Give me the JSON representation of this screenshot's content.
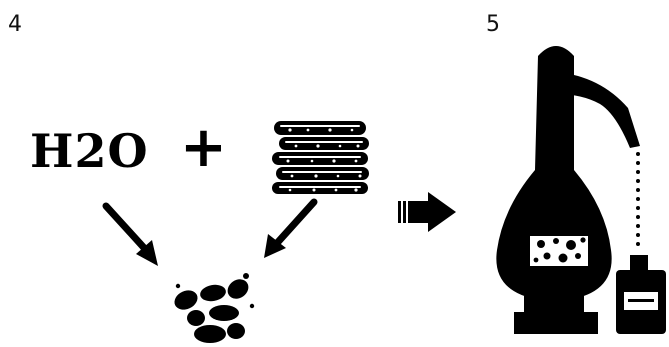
{
  "steps": {
    "step4_label": "4",
    "step5_label": "5"
  },
  "ingredients": {
    "water_formula": "H2O",
    "plus_sign": "+"
  },
  "colors": {
    "ink": "#000000",
    "background": "#ffffff"
  },
  "icons": {
    "malt": "malted-barley-stack-icon",
    "yeast": "yeast-cells-icon",
    "flow": "right-arrow-icon",
    "still": "pot-still-icon",
    "bottle": "spirit-bottle-icon"
  }
}
